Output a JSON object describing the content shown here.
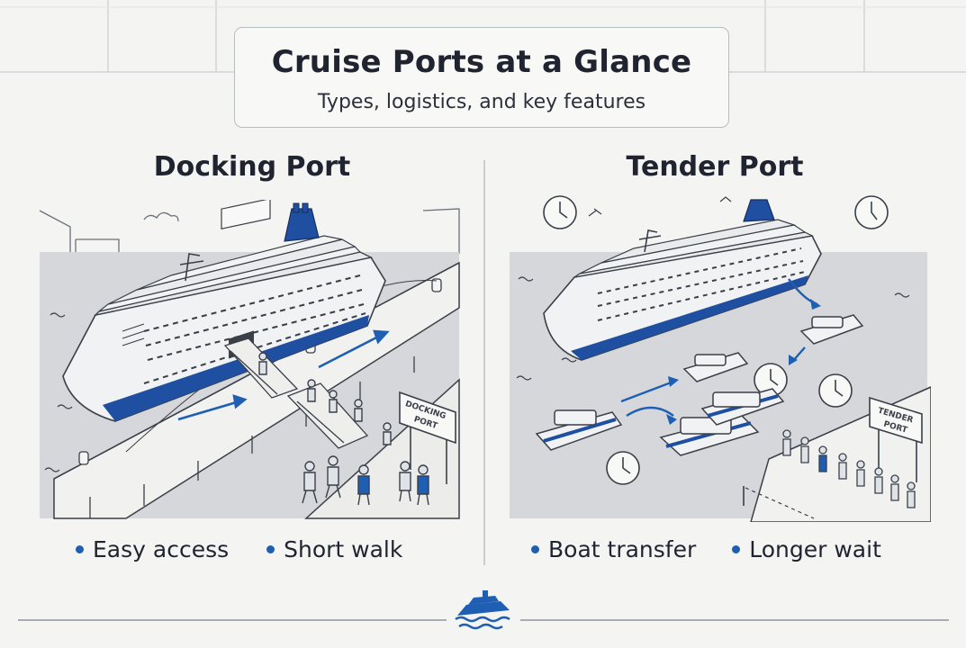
{
  "header": {
    "title": "Cruise Ports at a Glance",
    "subtitle": "Types, logistics, and key features"
  },
  "docking": {
    "title": "Docking Port",
    "sign_line1": "DOCKING",
    "sign_line2": "PORT",
    "bullets": [
      "Easy access",
      "Short walk"
    ]
  },
  "tender": {
    "title": "Tender Port",
    "sign_line1": "TENDER",
    "sign_line2": "PORT",
    "bullets": [
      "Boat transfer",
      "Longer wait"
    ]
  },
  "colors": {
    "accent": "#1e5fb3",
    "water": "#d5d7da",
    "outline": "#3a3f48",
    "hull_stripe": "#1e4fa0"
  }
}
